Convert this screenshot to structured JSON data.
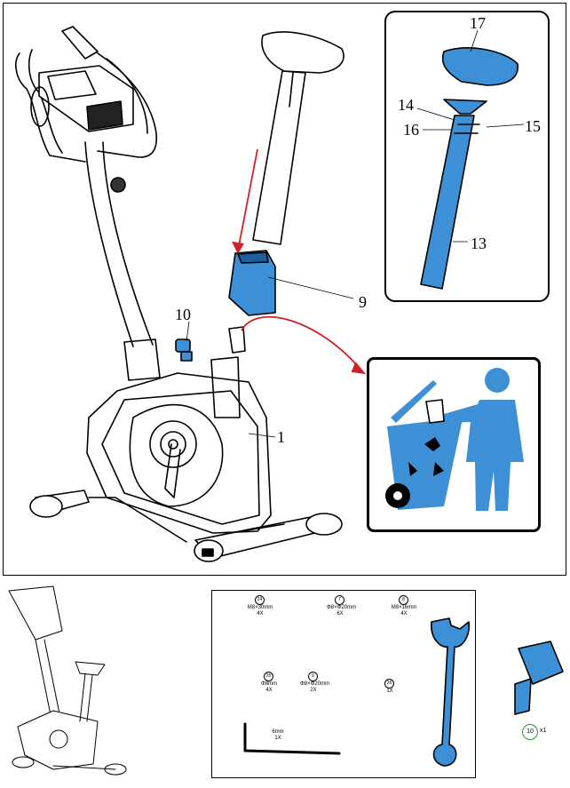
{
  "colors": {
    "part_blue": "#3d8fd6",
    "arrow_red": "#d0202a",
    "outline": "#000000"
  },
  "callouts": {
    "seat_label": "17",
    "bolt_left_label": "14",
    "washer_left_label": "16",
    "nut_right_label": "15",
    "seat_post_label": "13",
    "cover_label": "9",
    "knob_label": "10",
    "frame_label": "1"
  },
  "recycle_panel": {
    "icon": "recycle-bin-with-person-icon"
  },
  "hardware_bag": {
    "items": [
      {
        "number": "24",
        "size": "M8×30mm",
        "qty": "4X"
      },
      {
        "number": "7",
        "size": "Φ8×Φ20mm",
        "qty": "6X"
      },
      {
        "number": "8",
        "size": "M8×16mm",
        "qty": "4X"
      },
      {
        "number": "25",
        "size": "Φ8mm",
        "qty": "4X"
      },
      {
        "number": "9",
        "size": "Φ8×Φ20mm",
        "qty": "2X"
      },
      {
        "number": "26",
        "size": "",
        "qty": "1X"
      }
    ],
    "allen_key": {
      "size": "6mm",
      "qty": "1X"
    },
    "wrench_icon": "wrench-icon"
  },
  "knob_part": {
    "number": "10",
    "qty": "x1"
  }
}
